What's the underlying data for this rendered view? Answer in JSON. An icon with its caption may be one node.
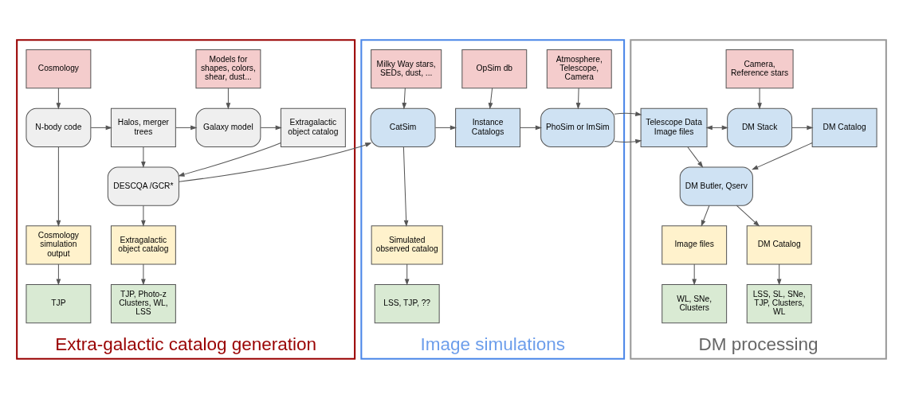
{
  "diagram": {
    "nodes": [
      {
        "text": [
          "Extra-galactic catalog generation"
        ]
      },
      {
        "text": [
          "Cosmology"
        ],
        "in": 0
      },
      {
        "text": [
          "Models for shapes, colors, shear, dust..."
        ],
        "in": 0
      },
      {
        "text": [
          "N-body code"
        ],
        "in": 0
      },
      {
        "text": [
          "Halos, merger trees"
        ],
        "in": 0
      },
      {
        "text": [
          "Galaxy model"
        ],
        "in": 0
      },
      {
        "text": [
          "Extragalactic object catalog"
        ],
        "in": 0
      },
      {
        "text": [
          "DESCQA /GCR*"
        ],
        "in": 0
      },
      {
        "text": [
          "Cosmology simulation output"
        ],
        "in": 0
      },
      {
        "text": [
          "Extragalactic object catalog"
        ],
        "in": 0
      },
      {
        "text": [
          "TJP"
        ],
        "in": 0
      },
      {
        "text": [
          "TJP, Photo-z Clusters, WL, LSS"
        ],
        "in": 0
      },
      {
        "text": [
          "Image simulations"
        ]
      },
      {
        "text": [
          "Milky Way stars, SEDs, dust, ..."
        ],
        "in": 12
      },
      {
        "text": [
          "OpSim db"
        ],
        "in": 12
      },
      {
        "text": [
          "Atmosphere, Telescope, Camera"
        ],
        "in": 12
      },
      {
        "text": [
          "CatSim"
        ],
        "in": 12
      },
      {
        "text": [
          "Instance Catalogs"
        ],
        "in": 12
      },
      {
        "text": [
          "PhoSim or ImSim"
        ],
        "in": 12
      },
      {
        "text": [
          "Simulated observed catalog"
        ],
        "in": 12
      },
      {
        "text": [
          "LSS, TJP, ??"
        ],
        "in": 12
      },
      {
        "text": [
          "DM processing"
        ]
      },
      {
        "text": [
          "Camera, Reference stars"
        ],
        "in": 21
      },
      {
        "text": [
          "Telescope Data",
          "Image files"
        ],
        "in": 21
      },
      {
        "text": [
          "DM Stack"
        ],
        "in": 21
      },
      {
        "text": [
          "DM Catalog"
        ],
        "in": 21
      },
      {
        "text": [
          "DM Butler, Qserv"
        ],
        "in": 21
      },
      {
        "text": [
          "Image files"
        ],
        "in": 21
      },
      {
        "text": [
          "DM Catalog"
        ],
        "in": 21
      },
      {
        "text": [
          "WL, SNe, Clusters"
        ],
        "in": 21
      },
      {
        "text": [
          "LSS, SL, SNe, TJP, Clusters, WL"
        ],
        "in": 21
      }
    ],
    "edges": [
      {
        "from": 1,
        "to": 3,
        "arrow": "to"
      },
      {
        "from": 2,
        "to": 5,
        "arrow": "to"
      },
      {
        "from": 3,
        "to": 4,
        "arrow": "to"
      },
      {
        "from": 4,
        "to": 5,
        "arrow": "to"
      },
      {
        "from": 5,
        "to": 6,
        "arrow": "to"
      },
      {
        "from": 4,
        "to": 7,
        "arrow": "to"
      },
      {
        "from": 6,
        "to": 7,
        "arrow": "to"
      },
      {
        "from": 3,
        "to": 8,
        "arrow": "to"
      },
      {
        "from": 7,
        "to": 9,
        "arrow": "to"
      },
      {
        "from": 8,
        "to": 10,
        "arrow": "to"
      },
      {
        "from": 9,
        "to": 11,
        "arrow": "to"
      },
      {
        "from": 7,
        "to": 16,
        "arrow": "to"
      },
      {
        "from": 13,
        "to": 16,
        "arrow": "to"
      },
      {
        "from": 14,
        "to": 17,
        "arrow": "to"
      },
      {
        "from": 15,
        "to": 18,
        "arrow": "to"
      },
      {
        "from": 16,
        "to": 17,
        "arrow": "to"
      },
      {
        "from": 17,
        "to": 18,
        "arrow": "to"
      },
      {
        "from": 16,
        "to": 19,
        "arrow": "to"
      },
      {
        "from": 19,
        "to": 20,
        "arrow": "to"
      },
      {
        "from": 18,
        "to": 23,
        "arrow": "to"
      },
      {
        "from": 22,
        "to": 24,
        "arrow": "to"
      },
      {
        "from": 23,
        "to": 24,
        "arrow": "both"
      },
      {
        "from": 24,
        "to": 25,
        "arrow": "to"
      },
      {
        "from": 23,
        "to": 26,
        "arrow": "to"
      },
      {
        "from": 25,
        "to": 26,
        "arrow": "to"
      },
      {
        "from": 26,
        "to": 27,
        "arrow": "to"
      },
      {
        "from": 26,
        "to": 28,
        "arrow": "to"
      },
      {
        "from": 27,
        "to": 29,
        "arrow": "to"
      },
      {
        "from": 28,
        "to": 30,
        "arrow": "to"
      }
    ]
  }
}
